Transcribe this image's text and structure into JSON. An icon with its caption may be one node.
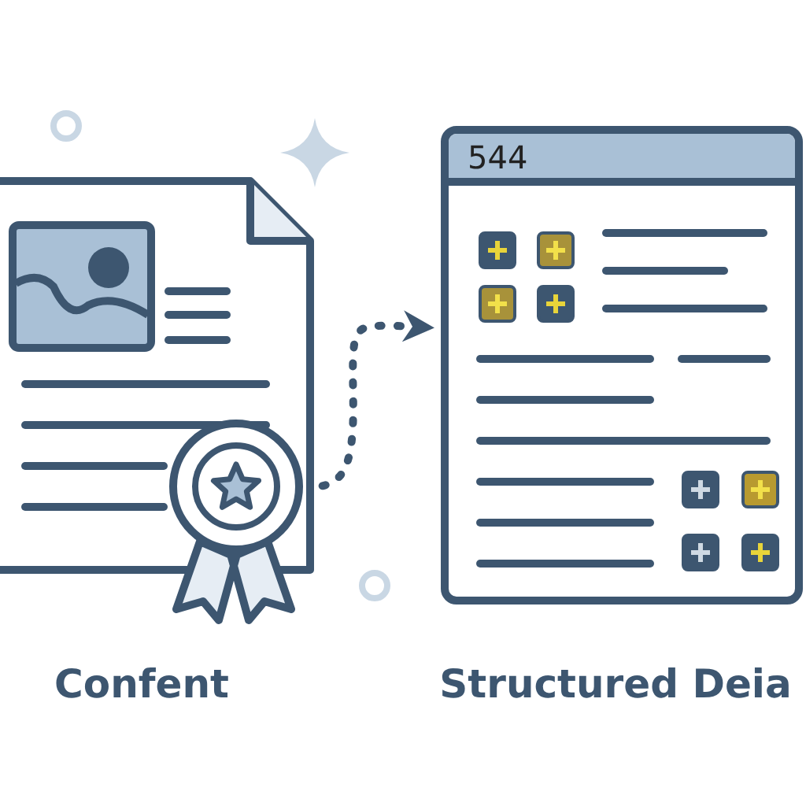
{
  "diagram": {
    "nodes": [
      {
        "text": [],
        "shape": "document",
        "beside": [
          "Confent"
        ]
      },
      {
        "text": [
          "544"
        ],
        "beside": [
          "Structured Deia"
        ]
      }
    ],
    "edges": [
      {
        "from": 0,
        "to": 1,
        "arrow": "to",
        "style": "dashed"
      }
    ]
  }
}
